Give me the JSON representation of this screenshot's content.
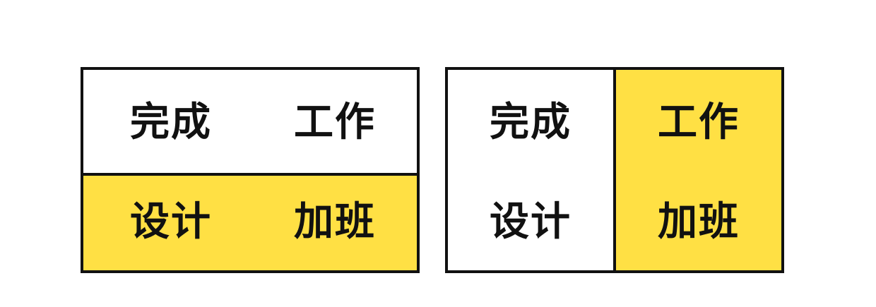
{
  "colors": {
    "highlight": "#ffe044",
    "border": "#111111",
    "background": "#ffffff"
  },
  "left_grid": {
    "highlight": "bottom-row",
    "cells": {
      "top_left": "完成",
      "top_right": "工作",
      "bottom_left": "设计",
      "bottom_right": "加班"
    }
  },
  "right_grid": {
    "highlight": "right-column",
    "cells": {
      "top_left": "完成",
      "top_right": "工作",
      "bottom_left": "设计",
      "bottom_right": "加班"
    }
  }
}
